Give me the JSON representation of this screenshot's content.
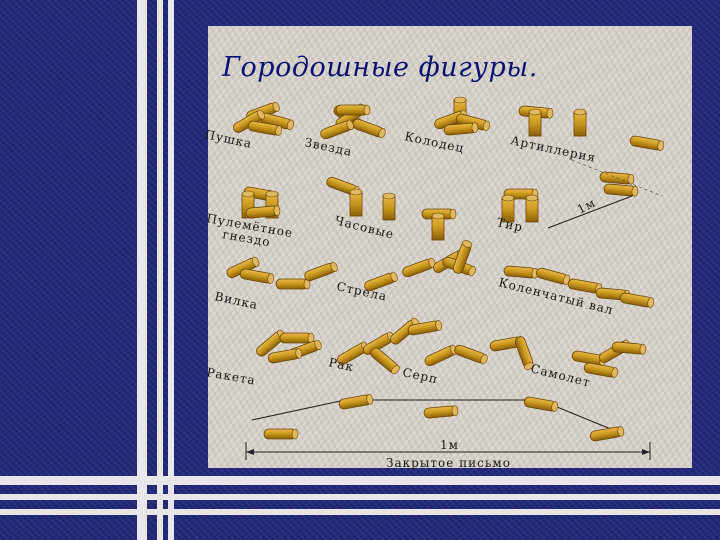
{
  "slide": {
    "title": "Городошные фигуры.",
    "labels": {
      "pushka": "Пушка",
      "zvezda": "Звезда",
      "kolodets": "Колодец",
      "artilleriya": "Артиллерия",
      "pulemet_1": "Пулемётное",
      "pulemet_2": "гнездо",
      "chasovye": "Часовые",
      "tir": "Тир",
      "one_m_top": "1м",
      "vilka": "Вилка",
      "strela": "Стрела",
      "kolenchaty": "Коленчатый вал",
      "raketa": "Ракета",
      "rak": "Рак",
      "serp": "Серп",
      "samolet": "Самолет",
      "one_m_bottom": "1м",
      "zakrytoe": "Закрытое письмо"
    },
    "colors": {
      "wood": "#c8961e",
      "wood_dark": "#8a5f0a",
      "panel": "#d4cfc7",
      "title": "#0a1470"
    }
  }
}
